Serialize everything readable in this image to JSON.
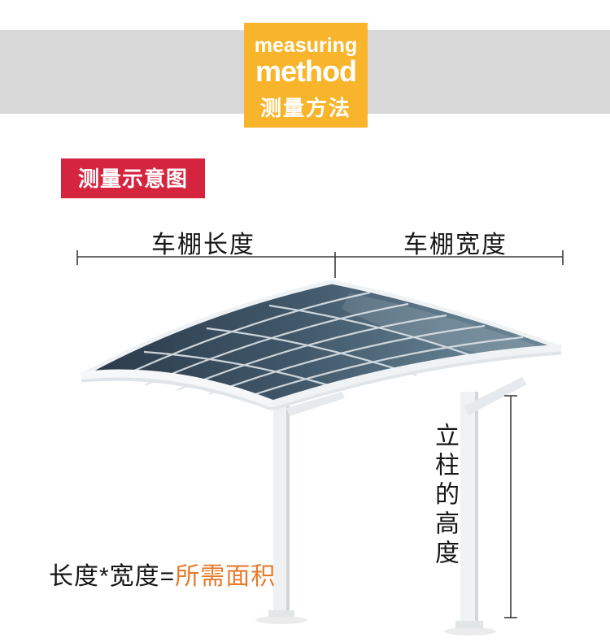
{
  "banner": {
    "badge": {
      "line1": "measuring",
      "line2": "method",
      "line3": "测量方法"
    }
  },
  "section_label": "测量示意图",
  "diagram": {
    "length_label": "车棚长度",
    "width_label": "车棚宽度",
    "height_label": "立柱的高度",
    "formula_prefix": "长度*宽度=",
    "formula_highlight": "所需面积"
  },
  "colors": {
    "band_bg": "#d9d9d9",
    "badge_bg": "#f8b52c",
    "badge_text": "#ffffff",
    "label_bg": "#d5243e",
    "label_text": "#ffffff",
    "formula_highlight_color": "#e87a2a",
    "dimension_line": "#3c3c3c"
  }
}
